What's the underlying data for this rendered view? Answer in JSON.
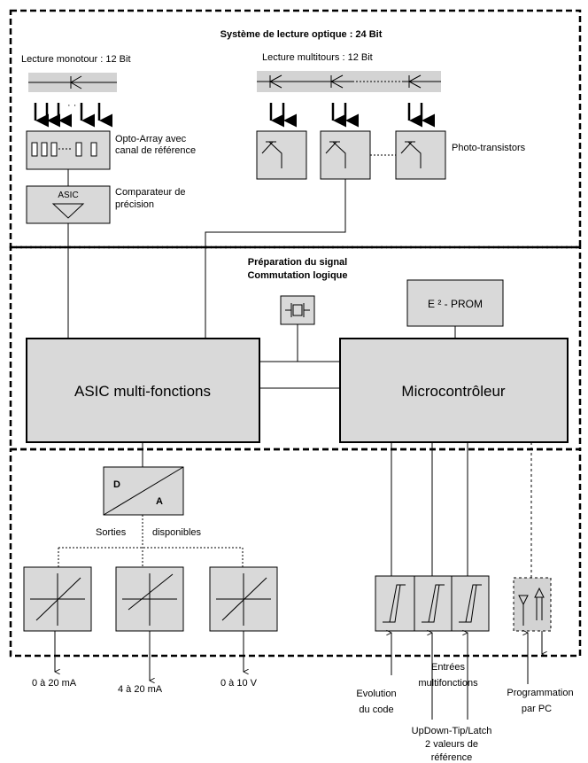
{
  "top_section": {
    "title": "Système de lecture optique : 24 Bit",
    "monotour_label": "Lecture monotour : 12 Bit",
    "multitours_label": "Lecture multitours : 12 Bit",
    "opto_array_line1": "Opto-Array avec",
    "opto_array_line2": "canal de référence",
    "asic_small": "ASIC",
    "comparator_line1": "Comparateur de",
    "comparator_line2": "précision",
    "phototransistors": "Photo-transistors"
  },
  "middle_section": {
    "title_line1": "Préparation du signal",
    "title_line2": "Commutation logique",
    "eeprom": "E ² - PROM",
    "asic_multi": "ASIC multi-fonctions",
    "microcontroller": "Microcontrôleur"
  },
  "bottom_section": {
    "dac_d": "D",
    "dac_a": "A",
    "outputs_left": "Sorties",
    "outputs_right": "disponibles",
    "out1": "0 à 20 mA",
    "out2": "4 à 20 mA",
    "out3": "0 à 10 V",
    "evolution_line1": "Evolution",
    "evolution_line2": "du code",
    "entries_line1": "Entrées",
    "entries_line2": "multifonctions",
    "updown_line1": "UpDown-Tip/Latch",
    "updown_line2": "2 valeurs de",
    "updown_line3": "référence",
    "prog_line1": "Programmation",
    "prog_line2": "par PC"
  },
  "colors": {
    "box_fill": "#d9d9d9",
    "strip_fill": "#d3d3d3",
    "line": "#000000"
  }
}
